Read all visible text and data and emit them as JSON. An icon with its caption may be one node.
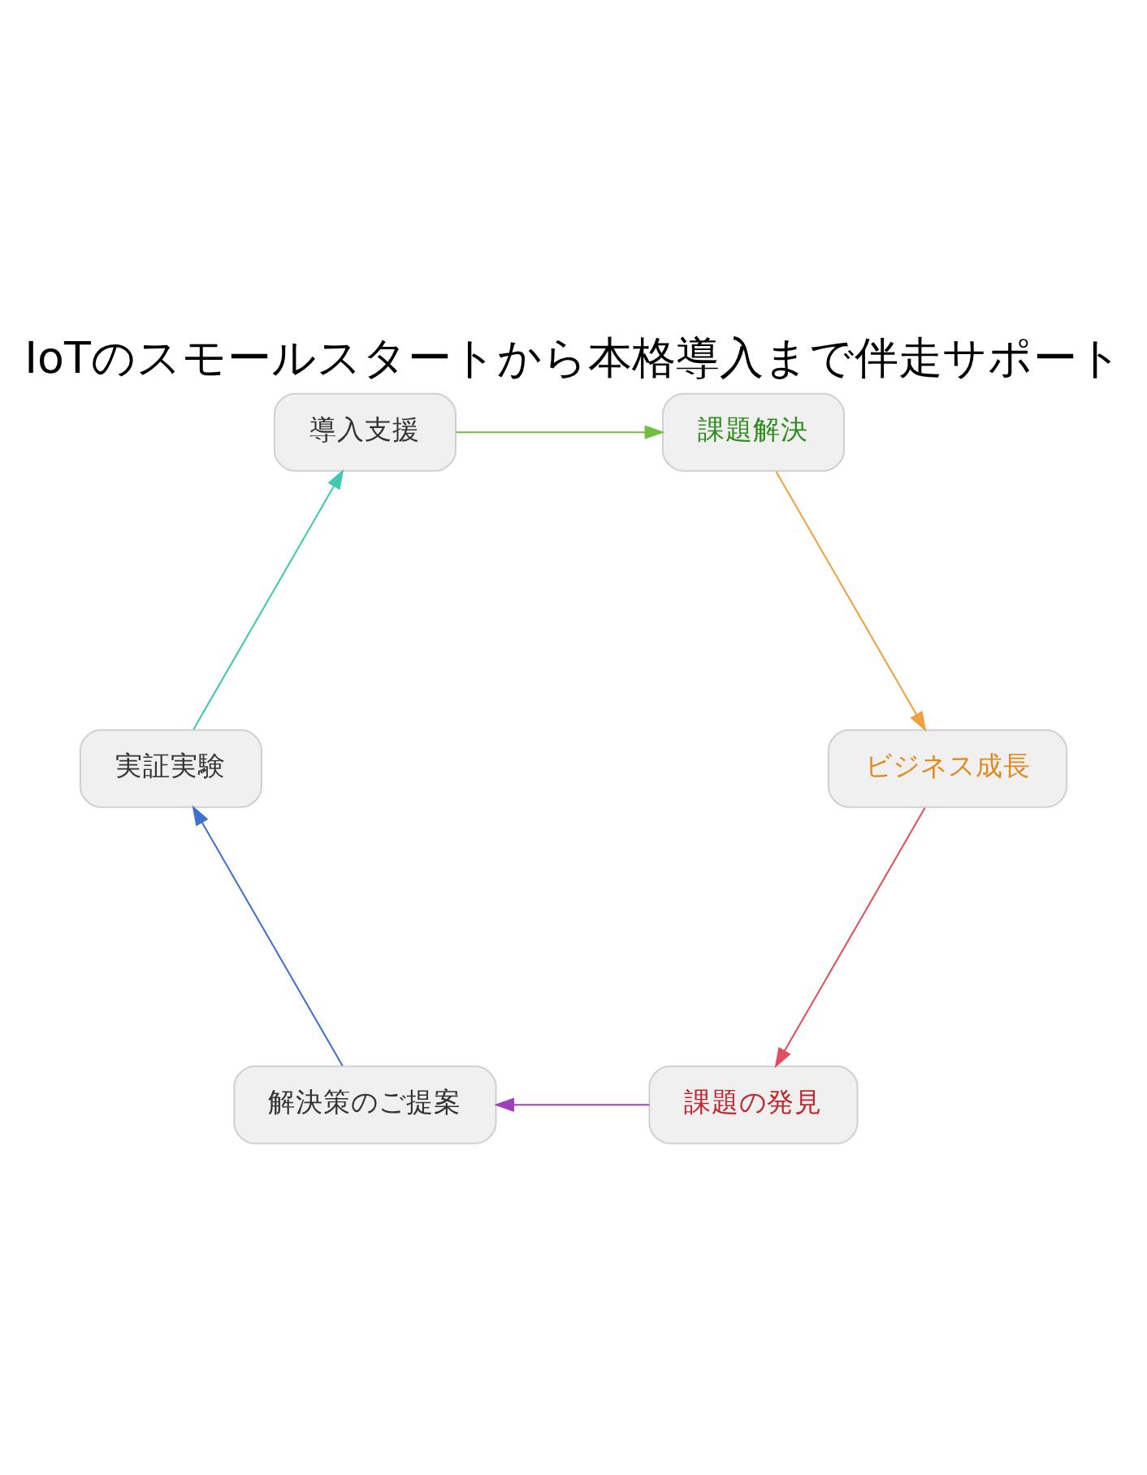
{
  "diagram": {
    "title": "IoTのスモールスタートから本格導入まで伴走サポート",
    "nodes": [
      {
        "text": [
          "課題の発見"
        ]
      },
      {
        "text": [
          "解決策のご提案"
        ]
      },
      {
        "text": [
          "実証実験"
        ]
      },
      {
        "text": [
          "導入支援"
        ]
      },
      {
        "text": [
          "課題解決"
        ]
      },
      {
        "text": [
          "ビジネス成長"
        ]
      }
    ],
    "edges": [
      {
        "from": 5,
        "to": 0,
        "arrow": "to",
        "color": "#e0505a"
      },
      {
        "from": 0,
        "to": 1,
        "arrow": "to",
        "color": "#a040c0"
      },
      {
        "from": 1,
        "to": 2,
        "arrow": "to",
        "color": "#4070d0"
      },
      {
        "from": 2,
        "to": 3,
        "arrow": "to",
        "color": "#40c8b0"
      },
      {
        "from": 3,
        "to": 4,
        "arrow": "to",
        "color": "#70c040"
      },
      {
        "from": 4,
        "to": 5,
        "arrow": "to",
        "color": "#f0a040"
      }
    ]
  }
}
